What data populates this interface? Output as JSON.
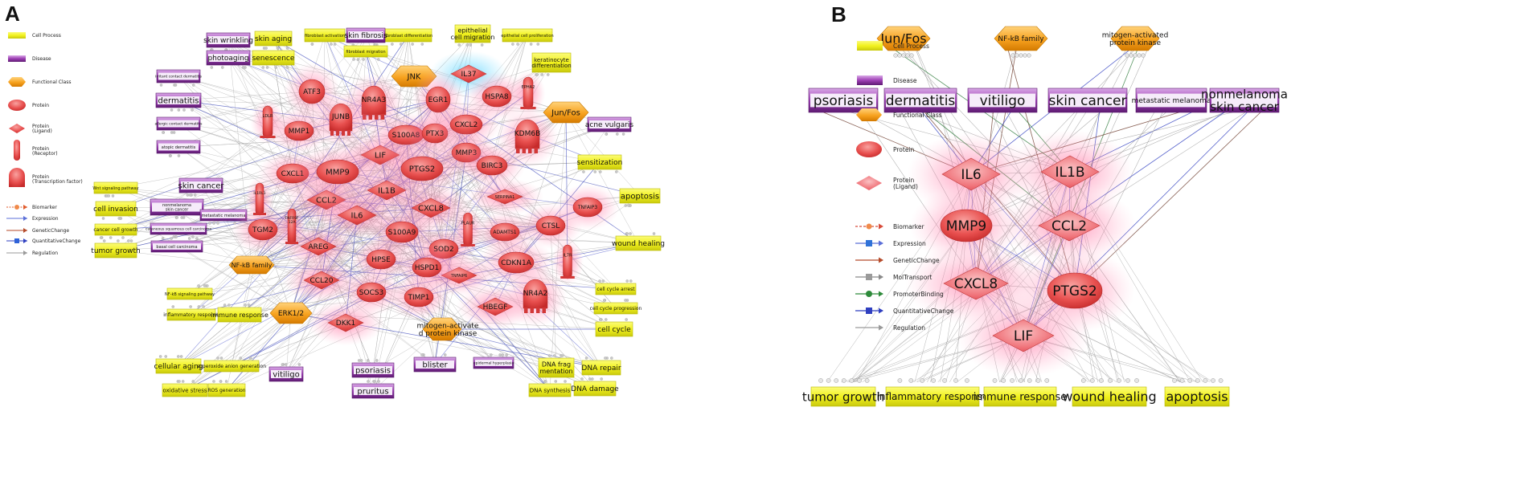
{
  "panels": {
    "a": {
      "letter": "A",
      "legend": {
        "nodes": [
          "Cell Process",
          "Disease",
          "Functional Class",
          "Protein",
          "Protein\n(Ligand)",
          "Protein\n(Receptor)",
          "Protein\n(Transcription factor)"
        ],
        "edges": [
          "Biomarker",
          "Expression",
          "GeneticChange",
          "QuantitativeChange",
          "Regulation"
        ]
      },
      "labels": {
        "skin_wrinkling": "skin wrinkling",
        "skin_aging": "skin aging",
        "fibroblast_activation": "fibroblast activation",
        "skin_fibrosis": "skin fibrosis",
        "fibroblast_differentiation": "fibroblast differentiation",
        "epithelial_cell_migration": "epithelial\ncell migration",
        "epithelial_cell_proliferation": "epithelial cell proliferation",
        "photoaging": "photoaging",
        "senescence": "senescence",
        "fibroblast_migration": "fibroblast migration",
        "keratinocyte_differentiation": "keratinocyte\ndifferentiation",
        "irritant_contact_dermatitis": "irritant contact dermatitis",
        "dermatitis": "dermatitis",
        "allergic_contact_dermatitis": "allergic contact dermatitis",
        "atopic_dermatitis": "atopic dermatitis",
        "acne_vulgaris": "acne vulgaris",
        "sensitization": "sensitization",
        "wnt_signaling_pathway": "Wnt signaling pathway",
        "skin_cancer": "skin cancer",
        "cell_invasion": "cell invasion",
        "nonmelanoma_skin_cancer": "nonmelanoma\nskin cancer",
        "metastatic_melanoma": "metastatic melanoma",
        "cancer_cell_growth": "cancer cell growth",
        "cutaneous_squamous_cell_carcinoma": "cutaneous squamous cell carcinoma",
        "basal_cell_carcinoma": "basal cell carcinoma",
        "tumor_growth": "tumor growth",
        "apoptosis": "apoptosis",
        "wound_healing": "wound healing",
        "nf_kb_signaling_pathway": "NF-kB signaling pathway",
        "inflammatory_response": "inflammatory response",
        "immune_response": "immune response",
        "cell_cycle_arrest": "cell cycle arrest",
        "cell_cycle_progression": "cell cycle progression",
        "cell_cycle": "cell cycle",
        "cellular_aging": "cellular aging",
        "superoxide_anion_generation": "superoxide anion generation",
        "oxidative_stress": "oxidative stress",
        "ros_generation": "ROS generation",
        "vitiligo": "vitiligo",
        "psoriasis": "psoriasis",
        "pruritus": "pruritus",
        "blister": "blister",
        "epidermal_hyperplasia": "epidermal hyperplasia",
        "dna_frag": "DNA frag\nmentation",
        "dna_repair": "DNA repair",
        "dna_synthesis": "DNA synthesis",
        "dna_damage": "DNA damage",
        "jnk": "JNK",
        "il37": "IL37",
        "jun_fos": "Jun/Fos",
        "nfkb_family": "NF-kB family",
        "erk12": "ERK1/2",
        "mapk": "mitogen-activate\nd protein kinase",
        "atf3": "ATF3",
        "nr4a3": "NR4A3",
        "egr1": "EGR1",
        "hspa8": "HSPA8",
        "epha2": "EPHA2",
        "ldlr": "LDLR",
        "mmp1": "MMP1",
        "junb": "JUNB",
        "s100a8": "S100A8",
        "ptx3": "PTX3",
        "cxcl2": "CXCL2",
        "kdm6b": "KDM6B",
        "mmp3": "MMP3",
        "birc3": "BIRC3",
        "lif": "LIF",
        "cxcl1": "CXCL1",
        "mmp9": "MMP9",
        "ptgs2": "PTGS2",
        "il1b": "IL1B",
        "il1rl1": "IL1RL1",
        "ccl2": "CCL2",
        "serpina1": "SERPINA1",
        "tnfaip3": "TNFAIP3",
        "il6": "IL6",
        "cxcl8": "CXCL8",
        "tnfrsf12a": "TNFRSF\n12A",
        "tgm2": "TGM2",
        "s100a9": "S100A9",
        "plaur": "PLAUR",
        "adamts1": "ADAMTS1",
        "ctsl": "CTSL",
        "areg": "AREG",
        "sod2": "SOD2",
        "il7r": "IL7R",
        "hpse": "HPSE",
        "hspd1": "HSPD1",
        "tnfaip6": "TNFAIP6",
        "cdkn1a": "CDKN1A",
        "ccl20": "CCL20",
        "socs3": "SOCS3",
        "timp1": "TIMP1",
        "hbegf": "HBEGF",
        "nr4a2": "NR4A2",
        "dkk1": "DKK1"
      }
    },
    "b": {
      "letter": "B",
      "legend": {
        "nodes": [
          "Cell Process",
          "Disease",
          "Functional Class",
          "Protein",
          "Protein\n(Ligand)"
        ],
        "edges": [
          "Biomarker",
          "Expression",
          "GeneticChange",
          "MolTransport",
          "PromoterBinding",
          "QuantitativeChange",
          "Regulation"
        ]
      },
      "labels": {
        "jun_fos": "Jun/Fos",
        "nfkb_family": "NF-kB family",
        "mapk": "mitogen-activated\nprotein kinase",
        "psoriasis": "psoriasis",
        "dermatitis": "dermatitis",
        "vitiligo": "vitiligo",
        "skin_cancer": "skin cancer",
        "metastatic_melanoma": "metastatic melanoma",
        "nonmelanoma_skin_cancer": "nonmelanoma\nskin cancer",
        "il6": "IL6",
        "il1b": "IL1B",
        "mmp9": "MMP9",
        "ccl2": "CCL2",
        "cxcl8": "CXCL8",
        "ptgs2": "PTGS2",
        "lif": "LIF",
        "tumor_growth": "tumor growth",
        "inflammatory_response": "inflammatory response",
        "immune_response": "immune response",
        "wound_healing": "wound healing",
        "apoptosis": "apoptosis"
      }
    }
  },
  "colors": {
    "cell_process": "#f2f22a",
    "disease": "#a24cb8",
    "functional_class": "#f6a623",
    "protein": "#e8504f",
    "glow": "#ff6fa0",
    "ligand_b": "#f27f85"
  }
}
